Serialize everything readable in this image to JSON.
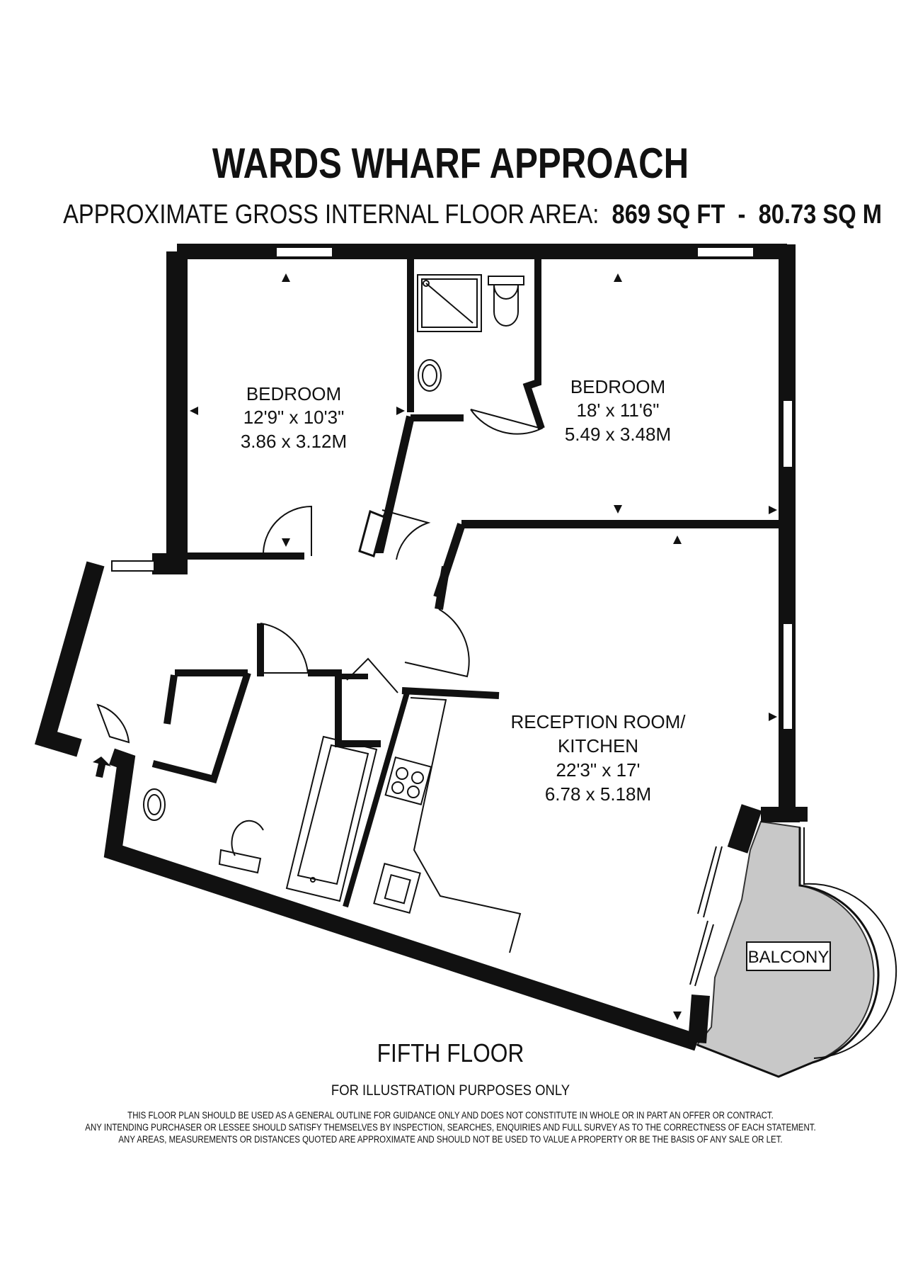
{
  "header": {
    "title": "WARDS WHARF APPROACH",
    "area_label": "APPROXIMATE GROSS INTERNAL FLOOR AREA:",
    "area_sqft": "869 SQ FT",
    "area_separator": "-",
    "area_sqm": "80.73 SQ M"
  },
  "rooms": {
    "bedroom1": {
      "name": "BEDROOM",
      "imperial": "12'9\" x 10'3\"",
      "metric": "3.86 x 3.12M"
    },
    "bedroom2": {
      "name": "BEDROOM",
      "imperial": "18' x 11'6\"",
      "metric": "5.49 x 3.48M"
    },
    "reception": {
      "name_line1": "RECEPTION ROOM/",
      "name_line2": "KITCHEN",
      "imperial": "22'3\" x 17'",
      "metric": "6.78 x 5.18M"
    },
    "balcony": {
      "name": "BALCONY"
    }
  },
  "footer": {
    "floor": "FIFTH FLOOR",
    "illustration": "FOR ILLUSTRATION PURPOSES ONLY",
    "disclaimer": [
      "THIS FLOOR PLAN SHOULD BE USED AS A GENERAL OUTLINE FOR GUIDANCE ONLY AND DOES NOT CONSTITUTE IN WHOLE OR IN PART AN OFFER OR CONTRACT.",
      "ANY INTENDING PURCHASER OR LESSEE SHOULD SATISFY THEMSELVES BY INSPECTION, SEARCHES, ENQUIRIES AND FULL SURVEY AS TO THE CORRECTNESS OF EACH STATEMENT.",
      "ANY AREAS, MEASUREMENTS OR DISTANCES QUOTED ARE APPROXIMATE AND SHOULD NOT BE USED TO VALUE A PROPERTY OR BE THE BASIS OF ANY SALE OR LET."
    ]
  },
  "colors": {
    "wall": "#111111",
    "balcony": "#c8c8c8"
  }
}
